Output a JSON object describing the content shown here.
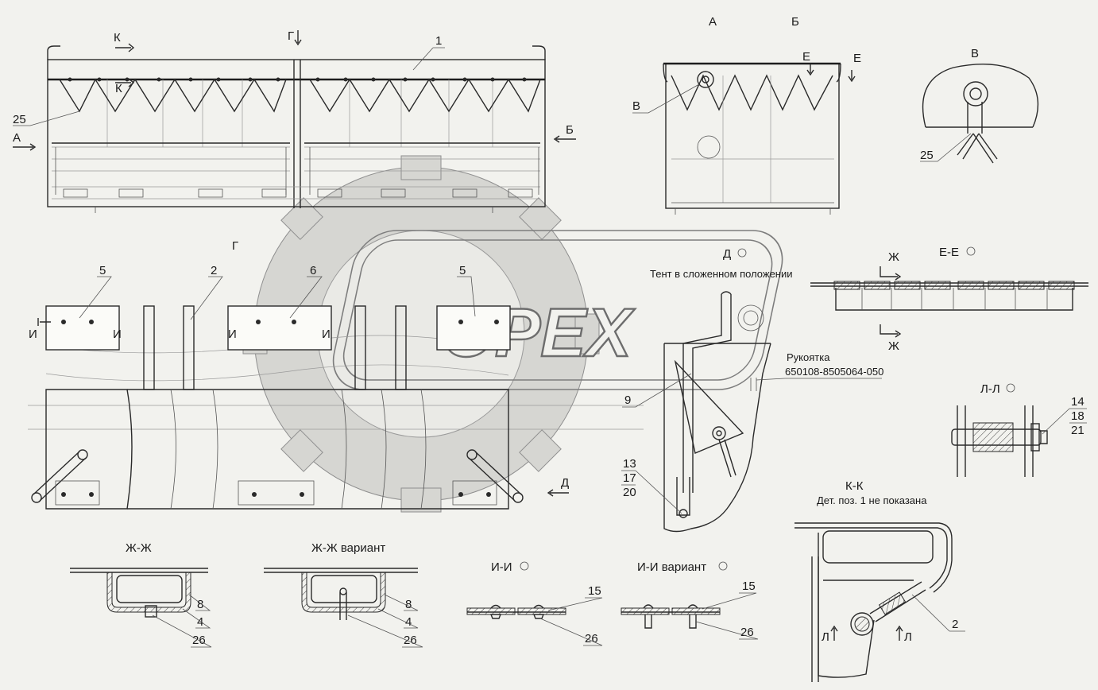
{
  "views": {
    "a": "А",
    "b": "Б",
    "v": "В",
    "g": "Г",
    "d": "Д",
    "e_e": "Е-Е",
    "l_l": "Л-Л",
    "k_k": "К-К",
    "k_k_note": "Дет. поз. 1 не показана",
    "zh_zh": "Ж-Ж",
    "zh_zh_variant": "Ж-Ж  вариант",
    "i_i": "И-И",
    "i_i_variant": "И-И вариант"
  },
  "cut_marks": {
    "k": "К",
    "g": "Г",
    "a": "А",
    "b": "Б",
    "e": "Е",
    "i": "И",
    "d": "Д",
    "zh": "Ж",
    "l": "Л"
  },
  "notes": {
    "tent_folded": "Тент в сложенном положении",
    "handle": "Рукоятка",
    "handle_part": "650108-8505064-050"
  },
  "positions": {
    "p1": "1",
    "p2": "2",
    "p4": "4",
    "p5": "5",
    "p6": "6",
    "p8": "8",
    "p9": "9",
    "p13": "13",
    "p14": "14",
    "p15": "15",
    "p17": "17",
    "p18": "18",
    "p20": "20",
    "p21": "21",
    "p25": "25",
    "p26": "26"
  },
  "watermark": {
    "text": "OPEX"
  }
}
